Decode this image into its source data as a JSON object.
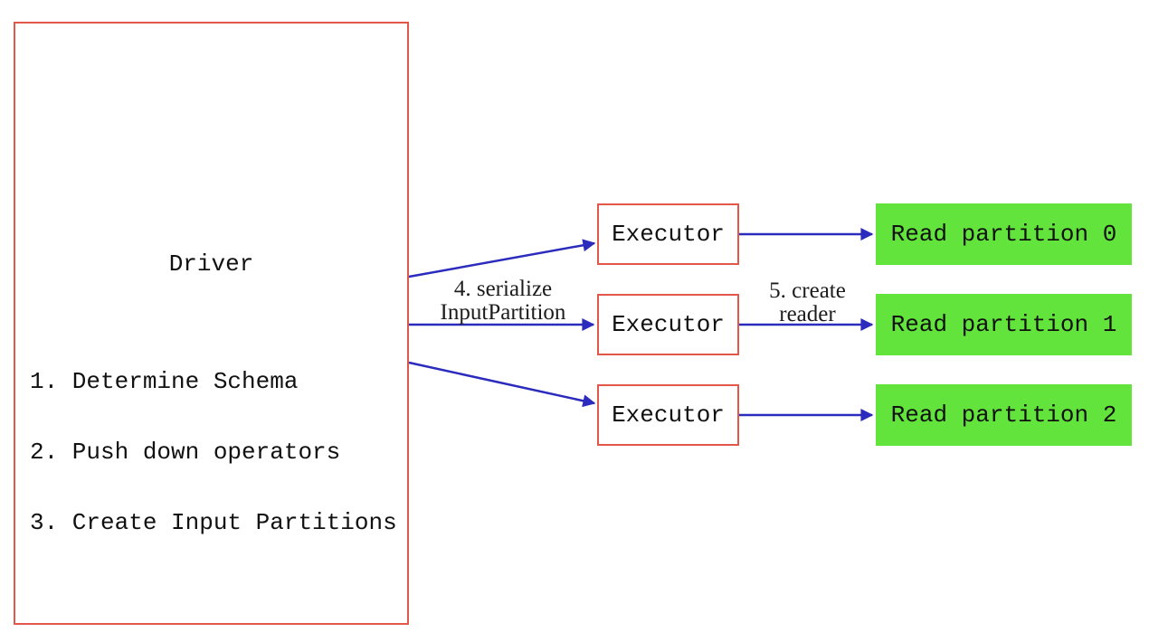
{
  "driver": {
    "title": "Driver",
    "steps": [
      "1. Determine Schema",
      "2. Push down operators",
      "3. Create Input Partitions"
    ]
  },
  "executors": [
    {
      "label": "Executor"
    },
    {
      "label": "Executor"
    },
    {
      "label": "Executor"
    }
  ],
  "partitions": [
    {
      "label": "Read partition 0"
    },
    {
      "label": "Read partition 1"
    },
    {
      "label": "Read partition 2"
    }
  ],
  "arrow_labels": {
    "serialize": {
      "line1": "4. serialize",
      "line2": "InputPartition"
    },
    "create_reader": {
      "line1": "5. create",
      "line2": "reader"
    }
  },
  "colors": {
    "accent_red": "#e2574a",
    "arrow_blue": "#2b2bbd",
    "partition_green": "#63e43d"
  }
}
